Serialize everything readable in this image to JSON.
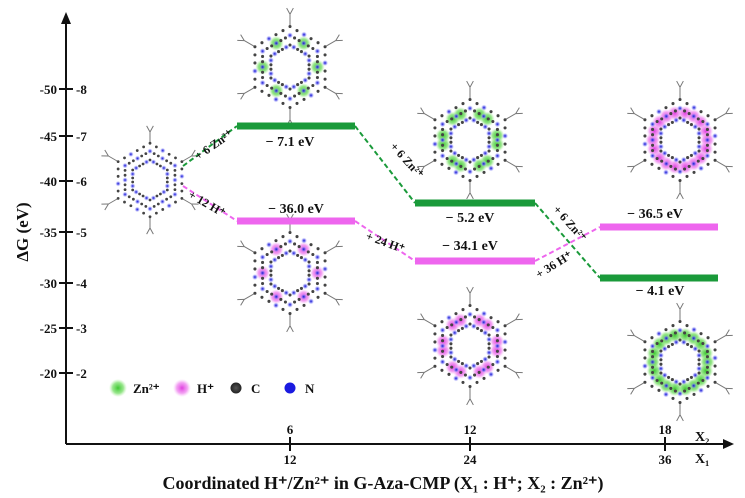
{
  "chart_data": {
    "type": "energy-level diagram",
    "ylabel": "ΔG (eV)",
    "xlabel": "Coordinated H⁺/Zn²⁺ in G-Aza-CMP (X₁ : H⁺; X₂ : Zn²⁺)",
    "y_left_ticks": [
      "-50",
      "-45",
      "-40",
      "-35",
      "-30",
      "-25",
      "-20"
    ],
    "y_right_ticks": [
      "-8",
      "-7",
      "-6",
      "-5",
      "-4",
      "-3",
      "-2"
    ],
    "x2_label": "X₂",
    "x1_label": "X₁",
    "x2_ticks": [
      "6",
      "12",
      "18"
    ],
    "x1_ticks": [
      "12",
      "24",
      "36"
    ],
    "series": [
      {
        "name": "Zn2+",
        "color": "#1a9a3a",
        "values": [
          -7.1,
          -5.2,
          -4.1
        ],
        "labels": [
          "− 7.1 eV",
          "− 5.2 eV",
          "− 4.1 eV"
        ],
        "steps": [
          "+ 6 Zn²⁺",
          "+ 6 Zn²⁺",
          "+ 6 Zn²⁺"
        ]
      },
      {
        "name": "H+",
        "color": "#ee66ee",
        "values": [
          -36.0,
          -34.1,
          -36.5
        ],
        "labels": [
          "− 36.0 eV",
          "− 34.1 eV",
          "− 36.5 eV"
        ],
        "steps": [
          "+ 12 H⁺",
          "+ 24 H⁺",
          "+ 36 H⁺"
        ]
      }
    ],
    "legend": [
      {
        "label": "Zn²⁺",
        "color": "#5fd84a"
      },
      {
        "label": "H⁺",
        "color": "#ee66ee"
      },
      {
        "label": "C",
        "color": "#333333"
      },
      {
        "label": "N",
        "color": "#1a1ae0"
      }
    ],
    "legend_placement": "bottom-left"
  }
}
